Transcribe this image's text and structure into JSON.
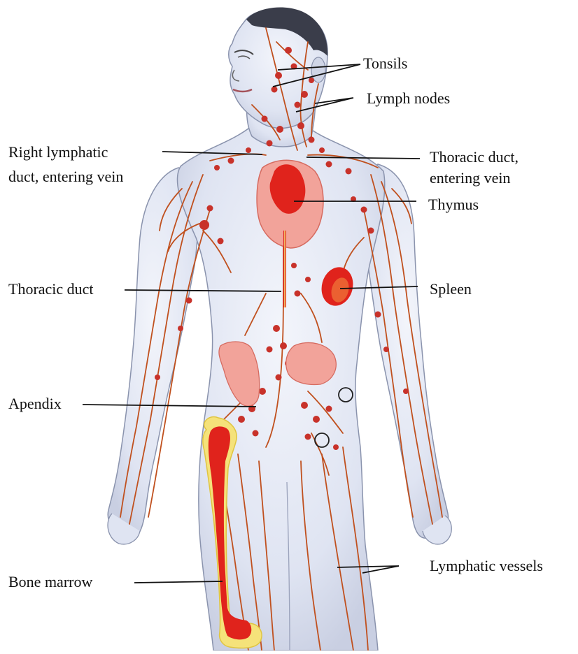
{
  "diagram": {
    "labels": {
      "tonsils": "Tonsils",
      "lymph_nodes": "Lymph nodes",
      "right_lymphatic_duct_line1": "Right lymphatic",
      "right_lymphatic_duct_line2": "duct, entering vein",
      "thoracic_duct_entering_line1": "Thoracic duct,",
      "thoracic_duct_entering_line2": "entering vein",
      "thymus": "Thymus",
      "thoracic_duct": "Thoracic duct",
      "spleen": "Spleen",
      "apendix": "Apendix",
      "bone_marrow": "Bone marrow",
      "lymphatic_vessels": "Lymphatic vessels"
    },
    "colors": {
      "skin": "#dde3f2",
      "skin_edge": "#8a93ad",
      "hair": "#3a3d4a",
      "vessel": "#c0501e",
      "node": "#c8322a",
      "organ_red": "#e0231c",
      "organ_pink": "#f2a39a",
      "bone_glow": "#f5e27a",
      "leader": "#111111"
    }
  }
}
